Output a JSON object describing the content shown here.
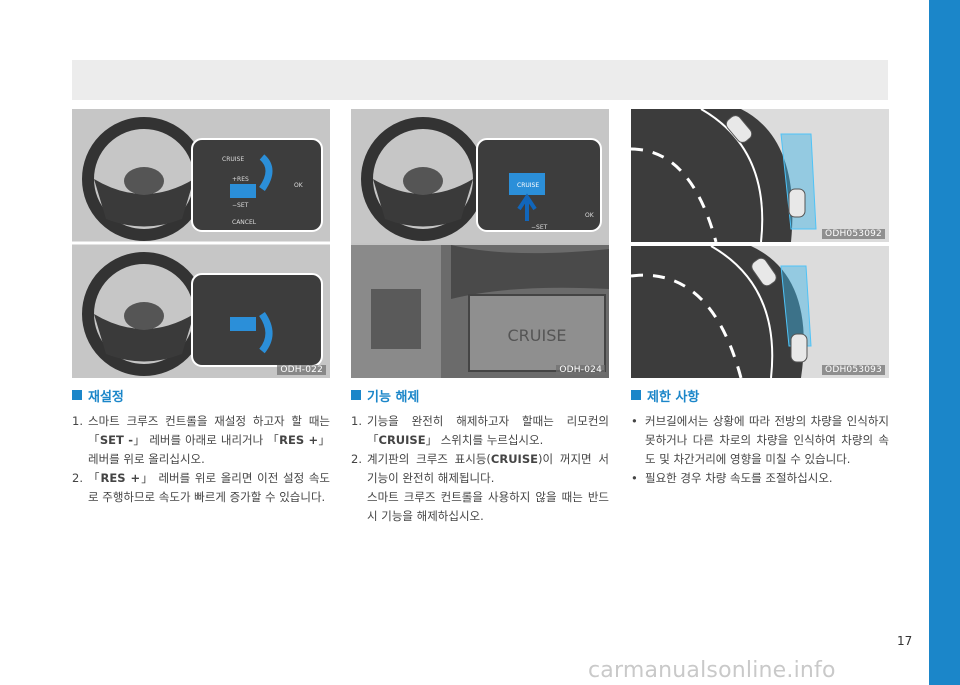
{
  "page": {
    "number": "17",
    "watermark": "carmanualsonline.info"
  },
  "figures": {
    "fig1": {
      "code": "ODH-022",
      "labels": {
        "cruise": "CRUISE",
        "res": "+RES",
        "set": "−SET",
        "cancel": "CANCEL",
        "ok": "OK"
      }
    },
    "fig2": {
      "code": "ODH-024",
      "labels": {
        "cruise": "CRUISE",
        "set": "−SET",
        "ok": "OK",
        "zoom": "CRUISE"
      }
    },
    "fig3": {
      "code": "ODH053092"
    },
    "fig4": {
      "code": "ODH053093"
    }
  },
  "sections": {
    "reset": {
      "title": "재설정",
      "items": [
        {
          "num": "1.",
          "parts": [
            "스마트 크루즈 컨트롤을 재설정 하고자 할 때는 「",
            "SET -",
            "」 레버를 아래로 내리거나 「",
            "RES +",
            "」 레버를 위로 올리십시오."
          ]
        },
        {
          "num": "2.",
          "parts": [
            "「",
            "RES +",
            "」 레버를 위로 올리면 이전 설정 속도로 주행하므로 속도가 빠르게 증가할 수 있습니다."
          ]
        }
      ]
    },
    "cancel": {
      "title": "기능 해제",
      "items": [
        {
          "num": "1.",
          "parts": [
            "기능을 완전히 해제하고자 할때는 리모컨의 「",
            "CRUISE",
            "」 스위치를 누르십시오."
          ]
        },
        {
          "num": "2.",
          "parts": [
            "계기판의 크루즈 표시등(",
            "CRUISE",
            ")이 꺼지면 서 기능이 완전히 해제됩니다.",
            "스마트 크루즈 컨트롤을 사용하지 않을 때는 반드시 기능을 해제하십시오."
          ]
        }
      ]
    },
    "limits": {
      "title": "제한 사항",
      "items": [
        {
          "num": "•",
          "text": "커브길에서는 상황에 따라 전방의 차량을 인식하지 못하거나 다른 차로의 차량을 인식하여 차량의 속도 및 차간거리에 영향을 미칠 수 있습니다."
        },
        {
          "num": "•",
          "text": "필요한 경우 차량 속도를 조절하십시오."
        }
      ]
    }
  },
  "colors": {
    "accent": "#1b86c9",
    "band": "#ececec"
  }
}
